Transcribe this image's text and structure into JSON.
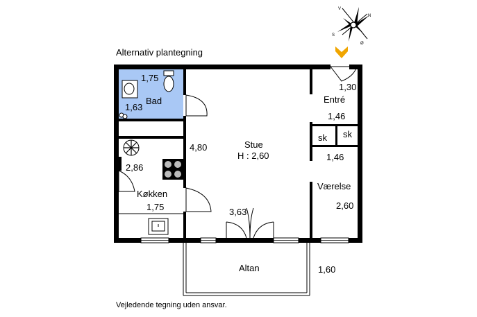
{
  "title": "Alternativ plantegning",
  "footer": "Vejledende tegning uden ansvar.",
  "compass": {
    "letters": [
      "V",
      "N",
      "S",
      "Ø"
    ]
  },
  "entrance_marker_color": "#f0a500",
  "bath_color": "#a9c8f5",
  "rooms": {
    "bad": {
      "name": "Bad",
      "width": "1,75",
      "depth": "1,63"
    },
    "kokken": {
      "name": "Køkken",
      "width": "1,75",
      "depth": "2,86"
    },
    "stue": {
      "name": "Stue",
      "height": "H : 2,60",
      "depth": "4,80",
      "width": "3,63"
    },
    "entre": {
      "name": "Entré",
      "width": "1,30",
      "depth": "1,46"
    },
    "skab1": {
      "name": "sk"
    },
    "skab2": {
      "name": "sk"
    },
    "vaerelse": {
      "name": "Værelse",
      "width": "1,46",
      "depth": "2,60"
    },
    "altan": {
      "name": "Altan",
      "depth": "1,60"
    }
  }
}
